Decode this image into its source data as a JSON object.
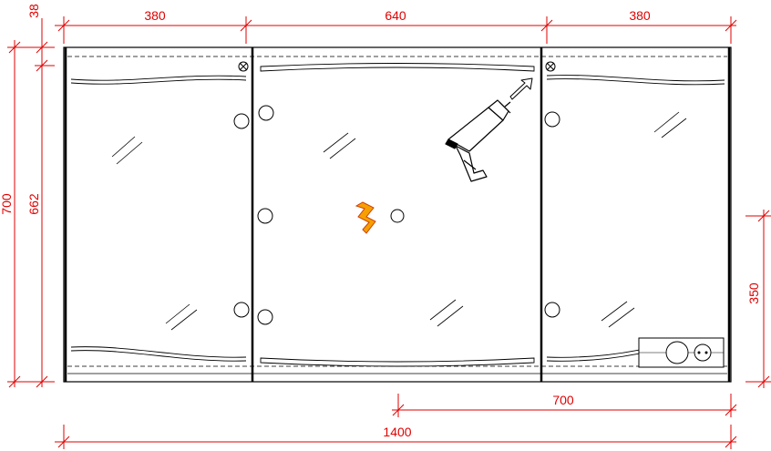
{
  "dimensions": {
    "top_left_width": "380",
    "top_center_width": "640",
    "top_right_width": "380",
    "overall_width": "1400",
    "right_section_width": "700",
    "total_height": "700",
    "inner_height": "662",
    "top_offset": "38",
    "outlet_height": "350"
  },
  "colors": {
    "dimension_lines": "#e00000",
    "cabinet_outline": "#000000",
    "lightning_fill": "#f5a000",
    "lightning_stroke": "#d04000"
  },
  "icons": {
    "electrical_symbol": "lightning-icon",
    "tool_symbol": "power-drill-icon",
    "socket_symbol": "power-outlet-icon"
  }
}
